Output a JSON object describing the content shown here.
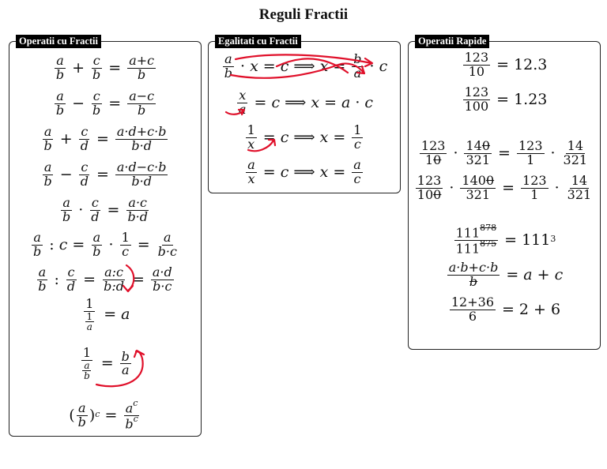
{
  "title": "Reguli Fractii",
  "colors": {
    "ink": "#e0102a",
    "label_bg": "#000000"
  },
  "boxes": {
    "operatii": {
      "label": "Operatii cu Fractii"
    },
    "egalitati": {
      "label": "Egalitati cu Fractii"
    },
    "rapide": {
      "label": "Operatii Rapide"
    }
  },
  "t": {
    "a": "a",
    "b": "b",
    "c": "c",
    "d": "d",
    "x": "x",
    "one": "1",
    "plus": "+",
    "minus": "−",
    "eq": "=",
    "cdot": "·",
    "colon": ":",
    "implies": "⟹",
    "apc": "a+c",
    "amc": "a−c",
    "adpcb": "a·d+c·b",
    "admcb": "a·d−c·b",
    "bd": "b·d",
    "ac": "a·c",
    "bc": "b·c",
    "acolc": "a:c",
    "bcold": "b:d",
    "ad": "a·d",
    "lpar": "(",
    "rpar": ")",
    "ac_pow": "c",
    "n123": "123",
    "n10": "10",
    "n100": "100",
    "n12_3": "12.3",
    "n1_23": "1.23",
    "n140": "140",
    "n321": "321",
    "n14": "14",
    "n1400": "1400",
    "n111": "111",
    "e878": "878",
    "e875": "875",
    "e3": "3",
    "abcb_num": "a·b+c·b",
    "apc_res": "a + c",
    "n12p36": "12+36",
    "n6": "6",
    "n2p6": "2 + 6",
    "sl_10_num": "1",
    "sl_10_den": "0",
    "sl_140a": "14",
    "sl_140b": "0",
    "sl_100a": "10",
    "sl_100b": "0",
    "sl_1400a": "140",
    "sl_1400b": "0",
    "sl_b": "b"
  }
}
